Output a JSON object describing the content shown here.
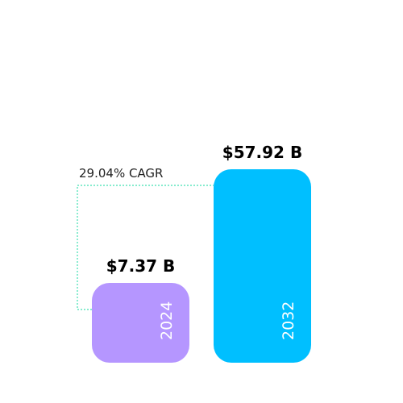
{
  "chart_data": {
    "type": "bar",
    "categories": [
      "2024",
      "2032"
    ],
    "values": [
      7.37,
      57.92
    ],
    "value_labels": [
      "$7.37 B",
      "$57.92 B"
    ],
    "colors": [
      "#b596ff",
      "#00bfff"
    ],
    "annotation": {
      "text": "29.04% CAGR",
      "line_color": "#3ee0b0",
      "line_style": "dotted"
    },
    "title": "",
    "xlabel": "",
    "ylabel": "",
    "grid": false,
    "legend": "none"
  }
}
